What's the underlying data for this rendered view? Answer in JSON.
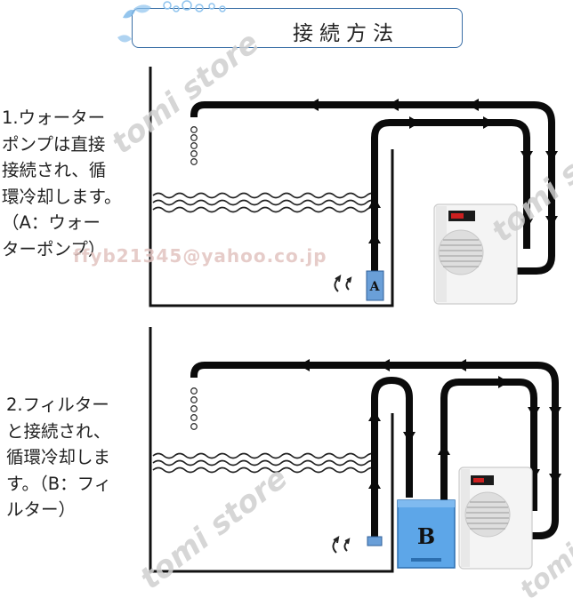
{
  "title": "接続方法",
  "section1": {
    "caption": "1.ウォーター\nポンプは直接\n接続され、循\n環冷却します。\n（A：ウォー\nターポンプ）",
    "pump_label": "A"
  },
  "section2": {
    "caption": "2.フィルター\nと接続され、\n循環冷却しま\nす。（B：フィ\nルター）",
    "filter_label": "B"
  },
  "watermarks": {
    "store": "tomi store",
    "email": "ffyb21345@yahoo.co.jp"
  },
  "colors": {
    "pipe": "#0b0b0b",
    "pump": "#6a9fd8",
    "filter": "#5da6e8",
    "chiller_display": "#cc2020",
    "title_border": "#3a6fa6"
  }
}
